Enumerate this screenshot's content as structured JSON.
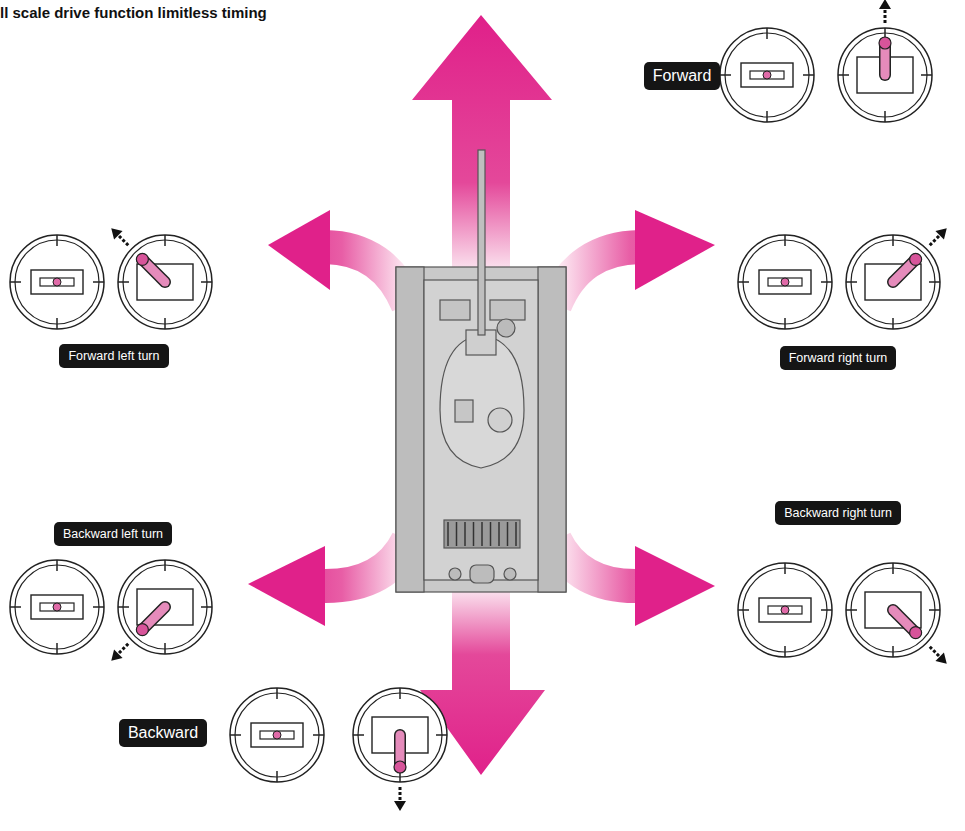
{
  "diagram": {
    "title": "ll scale drive function limitless timing",
    "nodes": [
      {
        "text": [
          "Forward"
        ]
      },
      {
        "text": [
          "Forward left turn"
        ]
      },
      {
        "text": [
          "Forward right turn"
        ]
      },
      {
        "text": [
          "Backward left turn"
        ]
      },
      {
        "text": [
          "Backward right turn"
        ]
      },
      {
        "text": [
          "Backward"
        ]
      }
    ]
  }
}
